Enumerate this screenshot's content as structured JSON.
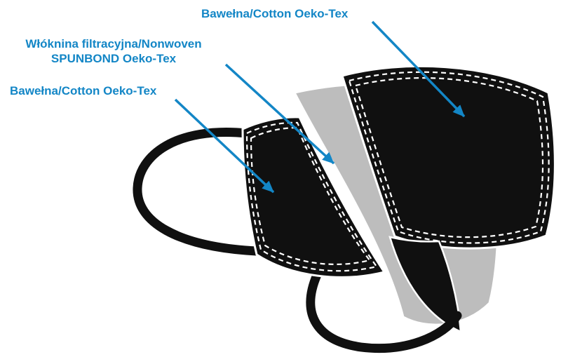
{
  "diagram": {
    "type": "mask-layers-exploded-view",
    "background": "#ffffff",
    "colors": {
      "label_blue": "#1386c6",
      "arrow_blue": "#1386c6",
      "mask_black": "#101010",
      "nonwoven_gray": "#bdbdbd",
      "stitch_white": "#ffffff"
    },
    "labels": {
      "outer_cotton": "Bawełna/Cotton Oeko-Tex",
      "nonwoven_line1": "Włóknina filtracyjna/Nonwoven",
      "nonwoven_line2": "SPUNBOND Oeko-Tex",
      "inner_cotton": "Bawełna/Cotton Oeko-Tex"
    },
    "layers": [
      {
        "name": "outer-cotton-layer",
        "material": "Bawełna/Cotton Oeko-Tex"
      },
      {
        "name": "nonwoven-filter-layer",
        "material": "Włóknina filtracyjna/Nonwoven SPUNBOND Oeko-Tex"
      },
      {
        "name": "inner-cotton-layer",
        "material": "Bawełna/Cotton Oeko-Tex"
      }
    ]
  }
}
